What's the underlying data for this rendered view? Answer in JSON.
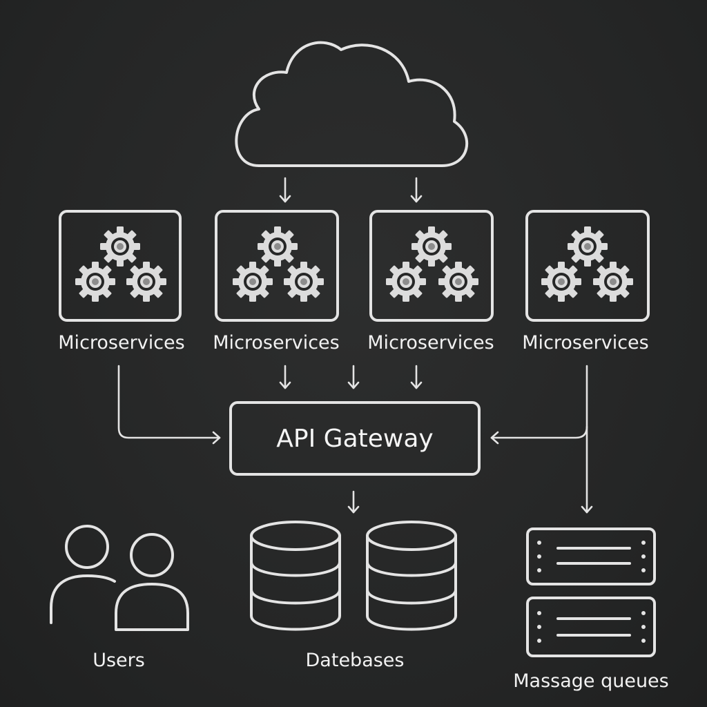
{
  "diagram": {
    "service_label": "Microservices",
    "services": [
      {
        "id": "svc-1",
        "label": "Microservices"
      },
      {
        "id": "svc-2",
        "label": "Microservices"
      },
      {
        "id": "svc-3",
        "label": "Microservices"
      },
      {
        "id": "svc-4",
        "label": "Microservices"
      }
    ],
    "gateway": {
      "label": "API Gateway"
    },
    "users": {
      "label": "Users"
    },
    "databases": {
      "label": "Datebases"
    },
    "queues": {
      "label": "Massage queues"
    }
  },
  "icons": {
    "cloud": "cloud-icon",
    "gears": "gears-icon",
    "users": "users-icon",
    "database": "database-icon",
    "server": "server-icon",
    "arrow": "arrow-icon"
  },
  "colors": {
    "background": "#262727",
    "stroke": "#e4e4e4",
    "text": "#f2f2f2"
  }
}
